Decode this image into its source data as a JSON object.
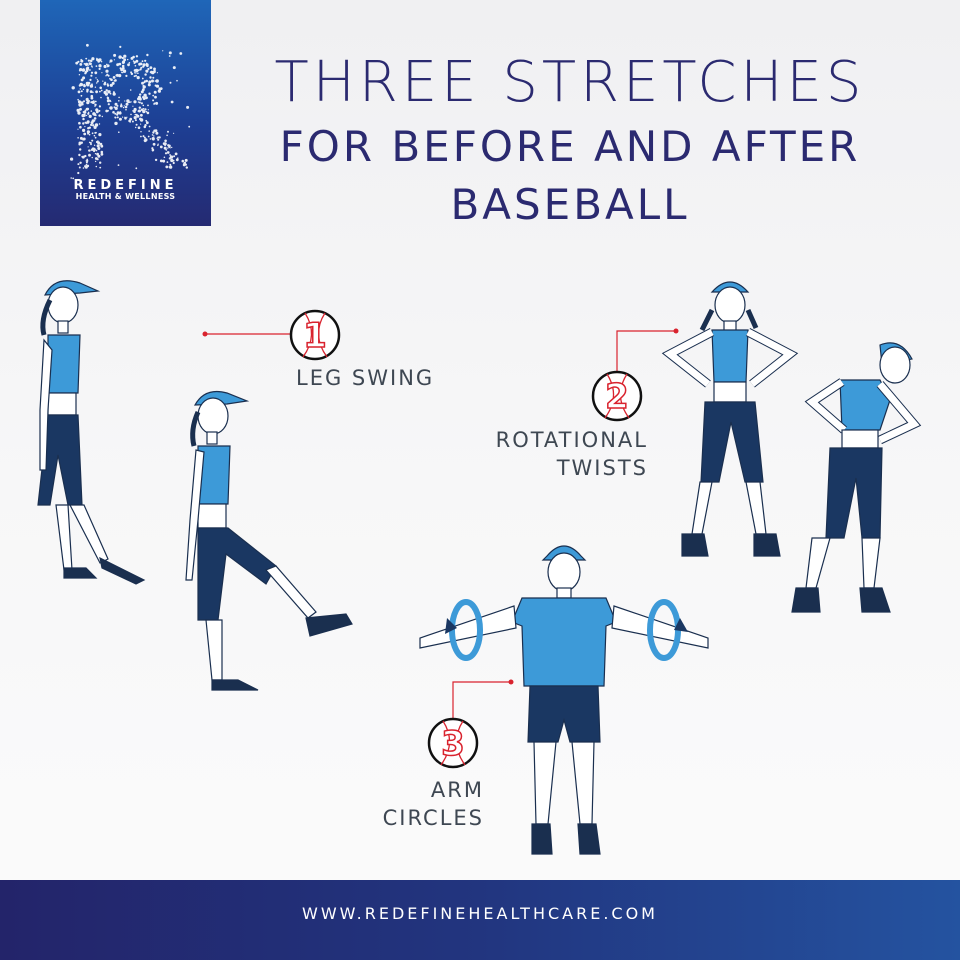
{
  "logo": {
    "letter": "R",
    "name": "REDEFINE",
    "tagline": "HEALTH & WELLNESS"
  },
  "title": {
    "line1": "THREE STRETCHES",
    "line2": "FOR BEFORE AND AFTER",
    "line3": "BASEBALL"
  },
  "stretches": [
    {
      "number": "1",
      "label_lines": [
        "LEG SWING"
      ]
    },
    {
      "number": "2",
      "label_lines": [
        "ROTATIONAL",
        "TWISTS"
      ]
    },
    {
      "number": "3",
      "label_lines": [
        "ARM",
        "CIRCLES"
      ]
    }
  ],
  "footer": {
    "url": "WWW.REDEFINEHEALTHCARE.COM"
  },
  "colors": {
    "navy": "#2b2a70",
    "accent_red": "#d9232e",
    "shirt_blue": "#3d9ad8",
    "pants_navy": "#1a3762"
  }
}
